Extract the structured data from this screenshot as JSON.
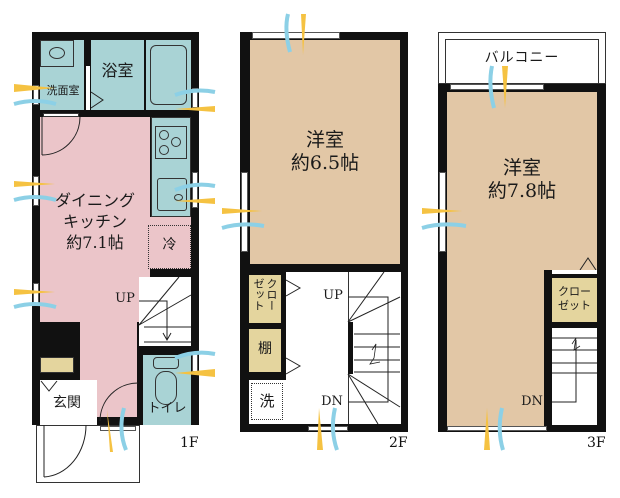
{
  "colors": {
    "wall": "#111111",
    "ldk": "#ebc5c9",
    "wet": "#a9d3d5",
    "western": "#e2c7a6",
    "storage": "#e4d59e",
    "wind_blue": "#8cd0e6",
    "wind_yellow": "#f5c242"
  },
  "floor1": {
    "label": "1F",
    "rooms": {
      "washroom": "洗面室",
      "bath": "浴室",
      "ldk_line1": "ダイニング",
      "ldk_line2": "キッチン",
      "ldk_size": "約7.1帖",
      "fridge": "冷",
      "entrance": "玄関",
      "toilet": "トイレ"
    },
    "stairs": {
      "up": "UP"
    }
  },
  "floor2": {
    "label": "2F",
    "rooms": {
      "western_name": "洋室",
      "western_size": "約6.5帖",
      "closet": "クローゼット",
      "closet_col1": "クロー",
      "closet_col2": "ゼット",
      "shelf": "棚",
      "washer": "洗"
    },
    "stairs": {
      "up": "UP",
      "down": "DN"
    }
  },
  "floor3": {
    "label": "3F",
    "rooms": {
      "balcony": "バルコニー",
      "western_name": "洋室",
      "western_size": "約7.8帖",
      "closet_line1": "クロー",
      "closet_line2": "ゼット"
    },
    "stairs": {
      "down": "DN"
    }
  }
}
